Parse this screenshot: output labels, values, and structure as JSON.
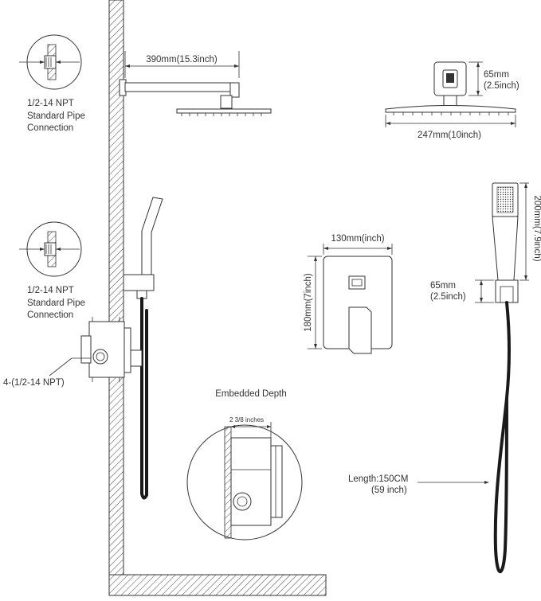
{
  "labels": {
    "arm_length": "390mm(15.3inch)",
    "pipe_connection_top": [
      "1/2-14 NPT",
      "Standard Pipe",
      "Connection"
    ],
    "pipe_connection_mid": [
      "1/2-14 NPT",
      "Standard Pipe",
      "Connection"
    ],
    "valve_ports": "4-(1/2-14 NPT)",
    "head_height": [
      "65mm",
      "(2.5inch)"
    ],
    "head_width": "247mm(10inch)",
    "plate_width": "130mm(inch)",
    "plate_height": "180mm(7inch)",
    "handheld_length": "200mm(7.9inch)",
    "holder_height": [
      "65mm",
      "(2.5inch)"
    ],
    "embedded_title": "Embedded Depth",
    "embedded_depth": "2 3/8 inches",
    "hose_length": [
      "Length:150CM",
      "(59 inch)"
    ]
  }
}
